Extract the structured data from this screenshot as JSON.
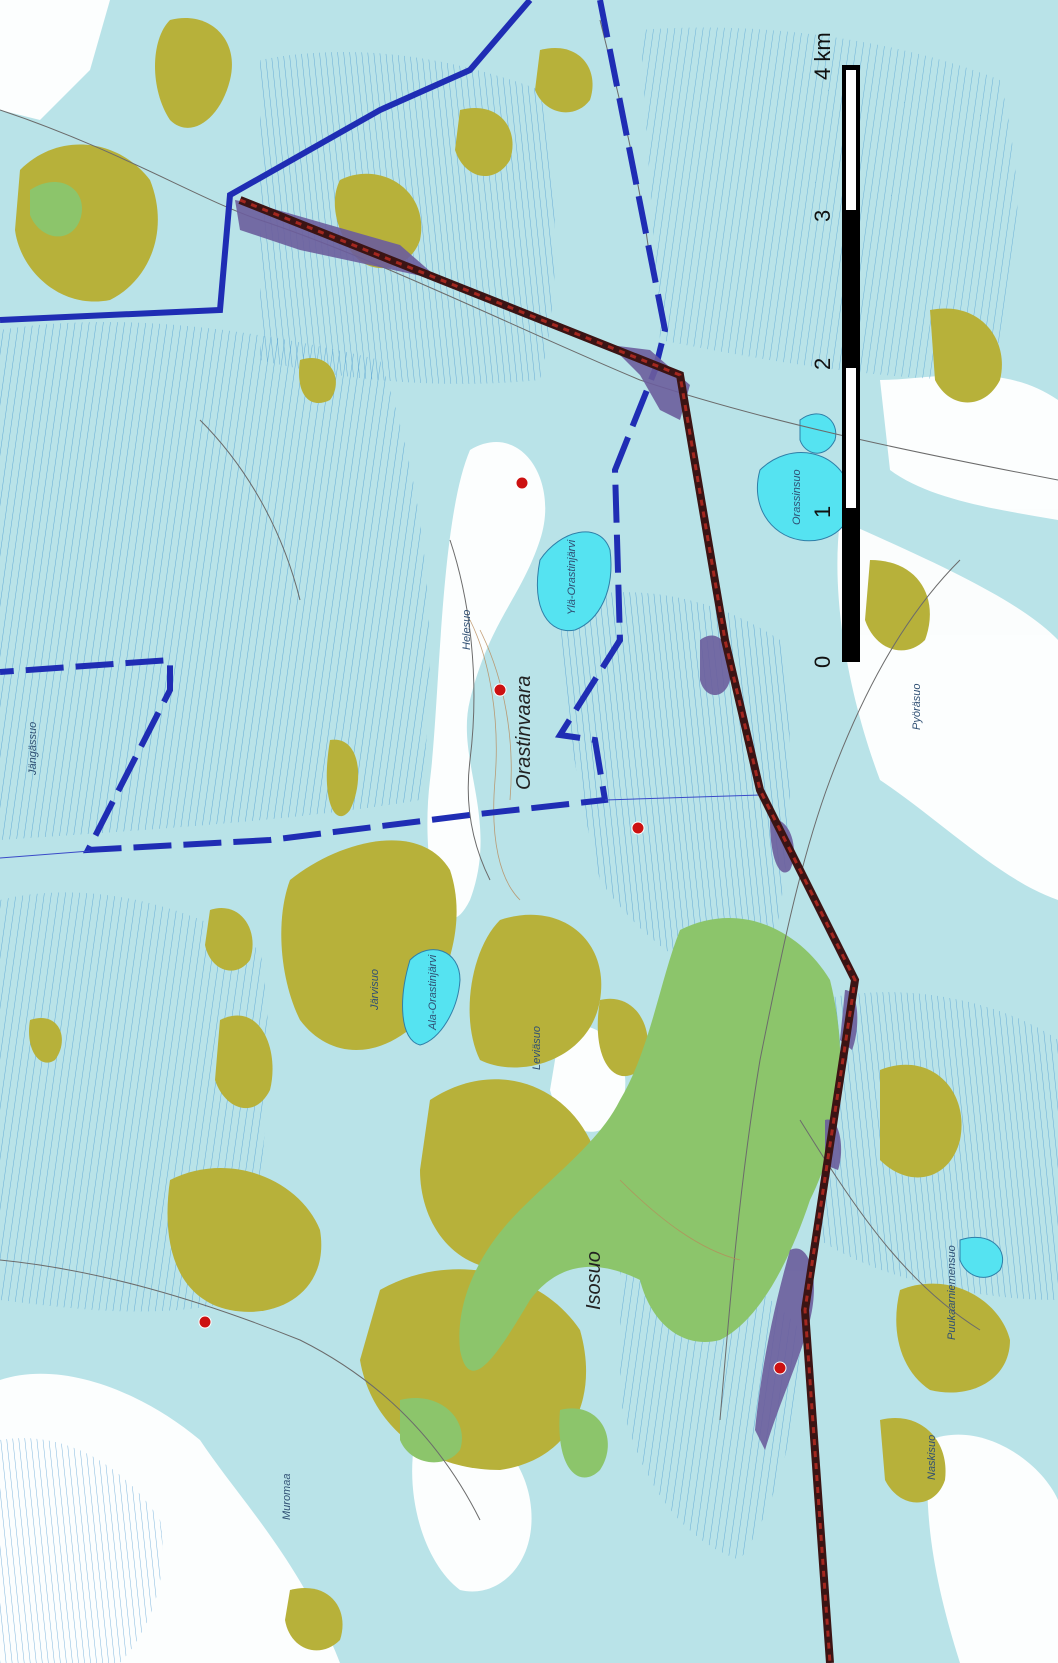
{
  "map": {
    "colors": {
      "background": "#b9e3e8",
      "light_blue_hatch": "#5fa8d6",
      "open_land": "#ffffff",
      "mire_olive": "#b7b13a",
      "mire_green": "#8cc56b",
      "lake": "#55e3f1",
      "boundary_blue": "#1f2db4",
      "route_dark": "#3b1414",
      "route_highlight": "#6b5d9c",
      "point_red": "#cc1111"
    },
    "labels": {
      "orastinvaara": "Orastinvaara",
      "isosuo": "Isosuo",
      "jarvisuo": "Järvisuo",
      "jangassuo": "Jängässuo",
      "leviasuo": "Leviäsuo",
      "helesuo": "Helesuo",
      "orassinsuo": "Orassinsuo",
      "muromaa": "Muromaa",
      "pyorasuo": "Pyöräsuo",
      "naskisuo": "Naskisuo",
      "puukaarniemi": "Puukaarniemensuo",
      "ylalake": "Ylä-Orastinjärvi",
      "alalake": "Ala-Orastinjärvi"
    },
    "scale_bar": {
      "unit_label": "4 km",
      "ticks": [
        "0",
        "1",
        "2",
        "3"
      ],
      "max_km": 4
    },
    "icons": {
      "red_point": "red-circle-marker"
    }
  }
}
